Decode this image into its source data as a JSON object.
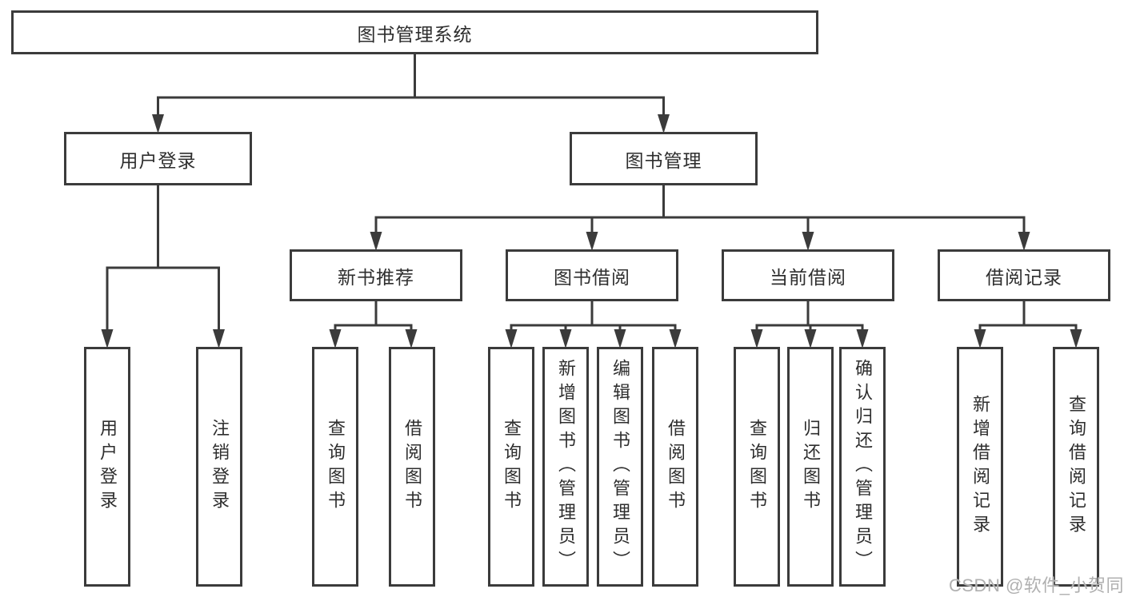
{
  "diagram_type": "hierarchy-tree",
  "watermark": "CSDN @软件_小贺同学",
  "colors": {
    "line": "#3b3b3b",
    "box_border": "#3b3b3b",
    "text": "#2e2e2e",
    "background": "#ffffff",
    "watermark": "#b0b0b0"
  },
  "tree": {
    "label": "图书管理系统",
    "children": [
      {
        "label": "用户登录",
        "children": [
          {
            "label": "用户登录"
          },
          {
            "label": "注销登录"
          }
        ]
      },
      {
        "label": "图书管理",
        "children": [
          {
            "label": "新书推荐",
            "children": [
              {
                "label": "查询图书"
              },
              {
                "label": "借阅图书"
              }
            ]
          },
          {
            "label": "图书借阅",
            "children": [
              {
                "label": "查询图书"
              },
              {
                "label": "新增图书（管理员）"
              },
              {
                "label": "编辑图书（管理员）"
              },
              {
                "label": "借阅图书"
              }
            ]
          },
          {
            "label": "当前借阅",
            "children": [
              {
                "label": "查询图书"
              },
              {
                "label": "归还图书"
              },
              {
                "label": "确认归还（管理员）"
              }
            ]
          },
          {
            "label": "借阅记录",
            "children": [
              {
                "label": "新增借阅记录"
              },
              {
                "label": "查询借阅记录"
              }
            ]
          }
        ]
      }
    ]
  }
}
